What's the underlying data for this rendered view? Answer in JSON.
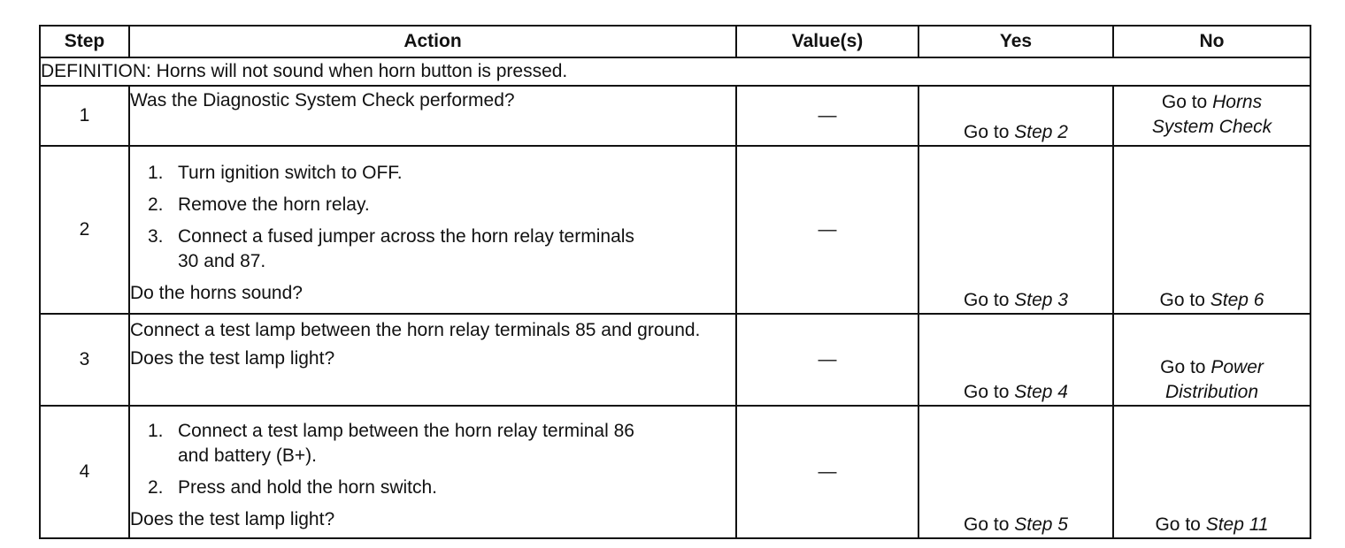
{
  "header": {
    "step": "Step",
    "action": "Action",
    "values": "Value(s)",
    "yes": "Yes",
    "no": "No"
  },
  "definition": "DEFINITION: Horns will not sound when horn button is pressed.",
  "dash": "—",
  "rows": [
    {
      "step": "1",
      "question": "Was the Diagnostic System Check performed?",
      "yes_prefix": "Go to",
      "yes_target": "Step 2",
      "no_prefix": "Go to",
      "no_target_line1": "Horns",
      "no_target_line2": "System Check"
    },
    {
      "step": "2",
      "items": [
        {
          "n": "1.",
          "text": "Turn ignition switch to OFF."
        },
        {
          "n": "2.",
          "text": "Remove the horn relay."
        },
        {
          "n": "3.",
          "text": "Connect a fused jumper across the horn relay terminals 30 and 87."
        }
      ],
      "question": "Do the horns sound?",
      "yes_prefix": "Go to",
      "yes_target": "Step 3",
      "no_prefix": "Go to",
      "no_target": "Step 6"
    },
    {
      "step": "3",
      "instruction": "Connect a test lamp between the horn relay terminals 85 and ground.",
      "question": "Does the test lamp light?",
      "yes_prefix": "Go to",
      "yes_target": "Step 4",
      "no_prefix": "Go to",
      "no_target_line1": "Power",
      "no_target_line2": "Distribution"
    },
    {
      "step": "4",
      "items": [
        {
          "n": "1.",
          "text": "Connect a test lamp between the horn relay terminal 86 and battery (B+)."
        },
        {
          "n": "2.",
          "text": "Press and hold the horn switch."
        }
      ],
      "question": "Does the test lamp light?",
      "yes_prefix": "Go to",
      "yes_target": "Step 5",
      "no_prefix": "Go to",
      "no_target": "Step 11"
    }
  ]
}
